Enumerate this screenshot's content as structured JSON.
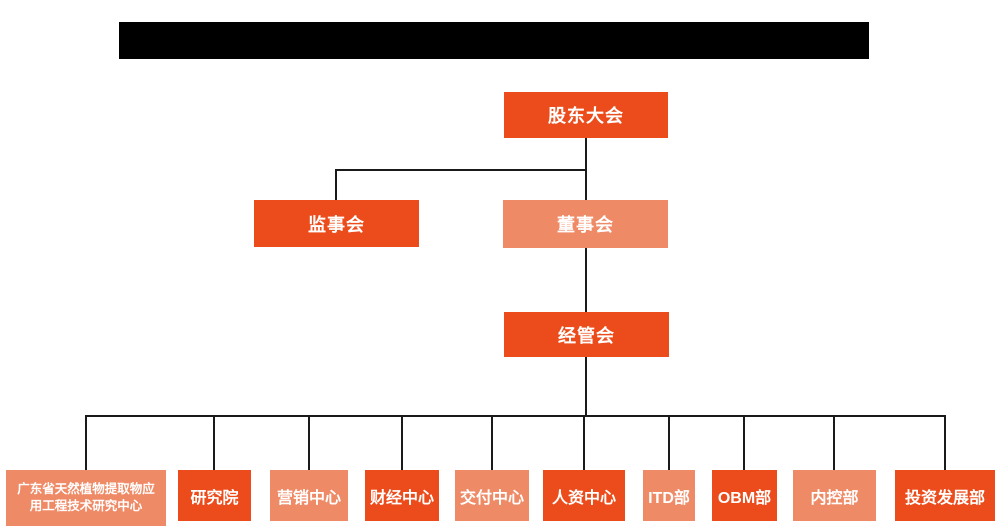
{
  "meta": {
    "type": "organization-chart",
    "title_bar_redacted": true
  },
  "colors": {
    "node_primary": "#EC4C1B",
    "node_secondary": "#EF8A66",
    "node_text": "#FFFFFF",
    "connector": "#1A1A1A",
    "title_bar": "#000000",
    "background": "#FFFFFF"
  },
  "nodes": {
    "shareholders": {
      "label": "股东大会",
      "level": 1,
      "variant": "primary"
    },
    "supervisory_board": {
      "label": "监事会",
      "level": 2,
      "variant": "primary"
    },
    "board_of_directors": {
      "label": "董事会",
      "level": 2,
      "variant": "secondary"
    },
    "management_committee": {
      "label": "经管会",
      "level": 3,
      "variant": "primary"
    }
  },
  "departments": [
    {
      "label": "广东省天然植物提取物应用工程技术研究中心",
      "lines": [
        "广东省天然植物提取物应",
        "用工程技术研究中心"
      ],
      "variant": "secondary"
    },
    {
      "label": "研究院",
      "variant": "primary"
    },
    {
      "label": "营销中心",
      "variant": "secondary"
    },
    {
      "label": "财经中心",
      "variant": "primary"
    },
    {
      "label": "交付中心",
      "variant": "secondary"
    },
    {
      "label": "人资中心",
      "variant": "primary"
    },
    {
      "label": "ITD部",
      "variant": "secondary"
    },
    {
      "label": "OBM部",
      "variant": "primary"
    },
    {
      "label": "内控部",
      "variant": "secondary"
    },
    {
      "label": "投资发展部",
      "variant": "primary"
    }
  ],
  "hierarchy": {
    "root": "股东大会",
    "edges": [
      {
        "from": "股东大会",
        "to": "监事会"
      },
      {
        "from": "股东大会",
        "to": "董事会"
      },
      {
        "from": "董事会",
        "to": "经管会"
      },
      {
        "from": "经管会",
        "to": "广东省天然植物提取物应用工程技术研究中心"
      },
      {
        "from": "经管会",
        "to": "研究院"
      },
      {
        "from": "经管会",
        "to": "营销中心"
      },
      {
        "from": "经管会",
        "to": "财经中心"
      },
      {
        "from": "经管会",
        "to": "交付中心"
      },
      {
        "from": "经管会",
        "to": "人资中心"
      },
      {
        "from": "经管会",
        "to": "ITD部"
      },
      {
        "from": "经管会",
        "to": "OBM部"
      },
      {
        "from": "经管会",
        "to": "内控部"
      },
      {
        "from": "经管会",
        "to": "投资发展部"
      }
    ]
  }
}
